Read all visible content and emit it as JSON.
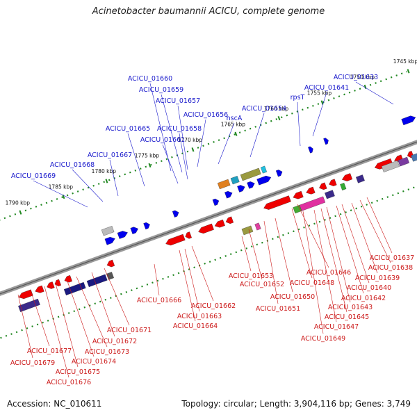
{
  "title": "Acinetobacter baumannii ACICU, complete genome",
  "footer": {
    "accession": "Accession: NC_010611",
    "summary": "Topology: circular; Length: 3,904,116 bp; Genes: 3,749"
  },
  "colors": {
    "forward_label": "#1a1acc",
    "reverse_label": "#cc1a1a",
    "forward_gene": "#0000ee",
    "reverse_gene": "#ee0000",
    "backbone": "#888888",
    "tick": "#228822"
  },
  "kbp_labels": [
    {
      "text": "1790 kbp",
      "at": 1790
    },
    {
      "text": "1785 kbp",
      "at": 1785
    },
    {
      "text": "1780 kbp",
      "at": 1780
    },
    {
      "text": "1775 kbp",
      "at": 1775
    },
    {
      "text": "1770 kbp",
      "at": 1770
    },
    {
      "text": "1765 kbp",
      "at": 1765
    },
    {
      "text": "1760 kbp",
      "at": 1760
    },
    {
      "text": "1755 kbp",
      "at": 1755
    },
    {
      "text": "1750 kbp",
      "at": 1750
    },
    {
      "text": "1745 kbp",
      "at": 1745
    }
  ],
  "forward_genes": [
    "ACICU_01660",
    "ACICU_01659",
    "ACICU_01657",
    "ACICU_01656",
    "hscA",
    "ACICU_01654",
    "rpsT",
    "ACICU_01641",
    "ACICU_01633",
    "ACICU_01665",
    "ACICU_01658",
    "ACICU_01661",
    "ACICU_01667",
    "ACICU_01668",
    "ACICU_01669"
  ],
  "reverse_genes": [
    "ACICU_01637",
    "ACICU_01638",
    "ACICU_01639",
    "ACICU_01640",
    "ACICU_01642",
    "ACICU_01643",
    "ACICU_01645",
    "ACICU_01647",
    "ACICU_01649",
    "ACICU_01646",
    "ACICU_01648",
    "ACICU_01650",
    "ACICU_01651",
    "ACICU_01652",
    "ACICU_01653",
    "ACICU_01662",
    "ACICU_01663",
    "ACICU_01664",
    "ACICU_01666",
    "ACICU_01671",
    "ACICU_01672",
    "ACICU_01673",
    "ACICU_01674",
    "ACICU_01675",
    "ACICU_01676",
    "ACICU_01677",
    "ACICU_01679"
  ]
}
